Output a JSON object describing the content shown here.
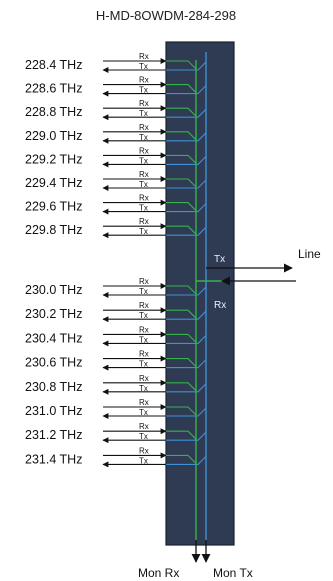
{
  "title": "H-MD-8OWDM-284-298",
  "channels": [
    {
      "freq": "228.4 THz",
      "rx": "Rx",
      "tx": "Tx"
    },
    {
      "freq": "228.6 THz",
      "rx": "Rx",
      "tx": "Tx"
    },
    {
      "freq": "228.8 THz",
      "rx": "Rx",
      "tx": "Tx"
    },
    {
      "freq": "229.0 THz",
      "rx": "Rx",
      "tx": "Tx"
    },
    {
      "freq": "229.2 THz",
      "rx": "Rx",
      "tx": "Tx"
    },
    {
      "freq": "229.4 THz",
      "rx": "Rx",
      "tx": "Tx"
    },
    {
      "freq": "229.6 THz",
      "rx": "Rx",
      "tx": "Tx"
    },
    {
      "freq": "229.8 THz",
      "rx": "Rx",
      "tx": "Tx"
    },
    {
      "freq": "230.0 THz",
      "rx": "Rx",
      "tx": "Tx"
    },
    {
      "freq": "230.2 THz",
      "rx": "Rx",
      "tx": "Tx"
    },
    {
      "freq": "230.4 THz",
      "rx": "Rx",
      "tx": "Tx"
    },
    {
      "freq": "230.6 THz",
      "rx": "Rx",
      "tx": "Tx"
    },
    {
      "freq": "230.8 THz",
      "rx": "Rx",
      "tx": "Tx"
    },
    {
      "freq": "231.0 THz",
      "rx": "Rx",
      "tx": "Tx"
    },
    {
      "freq": "231.2 THz",
      "rx": "Rx",
      "tx": "Tx"
    },
    {
      "freq": "231.4 THz",
      "rx": "Rx",
      "tx": "Tx"
    }
  ],
  "module": {
    "inner_tx": "Tx",
    "inner_rx": "Rx",
    "line": "Line",
    "mon_rx": "Mon Rx",
    "mon_tx": "Mon Tx"
  },
  "colors": {
    "module_fill": "#2f3b52",
    "tx_path": "#3f8fd6",
    "rx_path": "#37b24d",
    "arrows": "#111111"
  }
}
